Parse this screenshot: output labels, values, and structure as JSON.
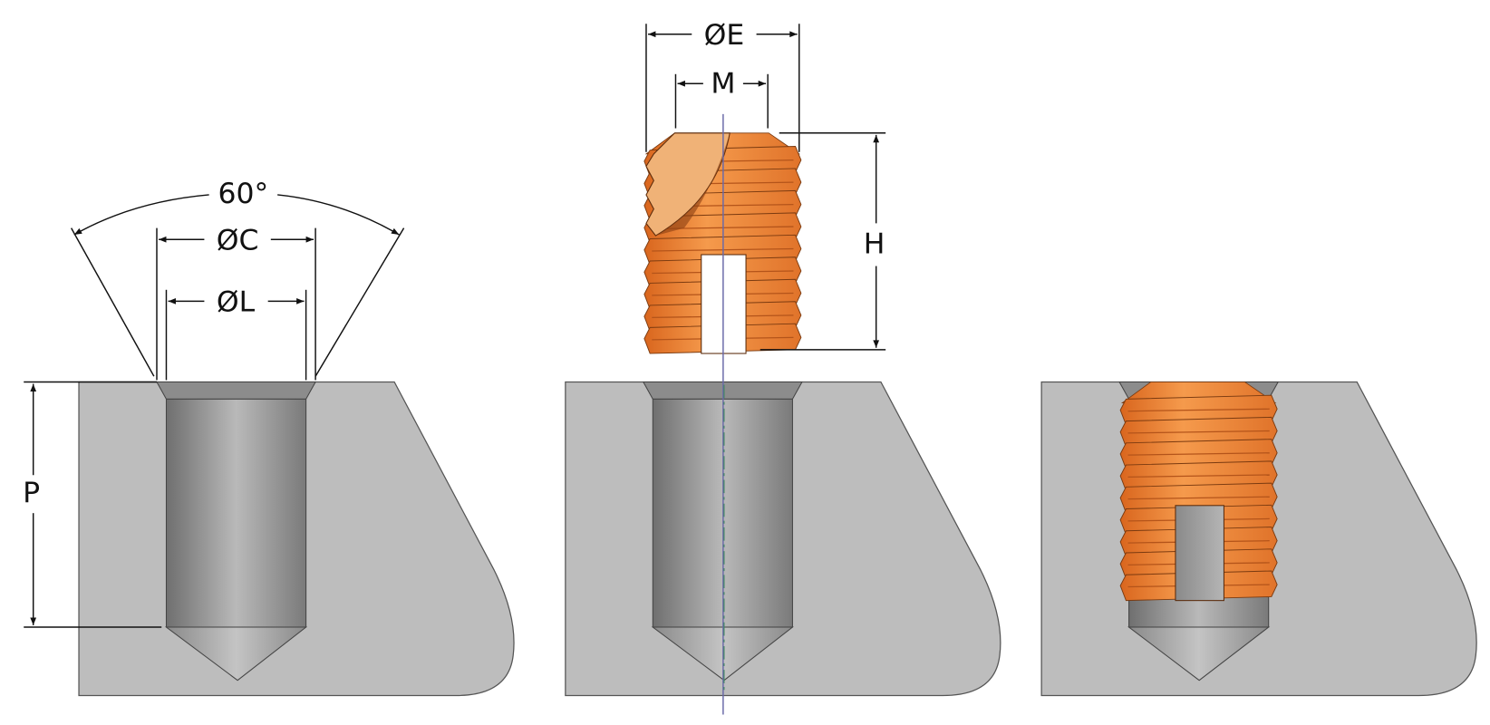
{
  "labels": {
    "angle": "60°",
    "dia_c": "ØC",
    "dia_l": "ØL",
    "depth_p": "P",
    "dia_e": "ØE",
    "thread_m": "M",
    "height_h": "H"
  },
  "colors": {
    "block": "#bdbdbd",
    "insert": "#f08a3c",
    "centerline": "#6a6aa8"
  }
}
